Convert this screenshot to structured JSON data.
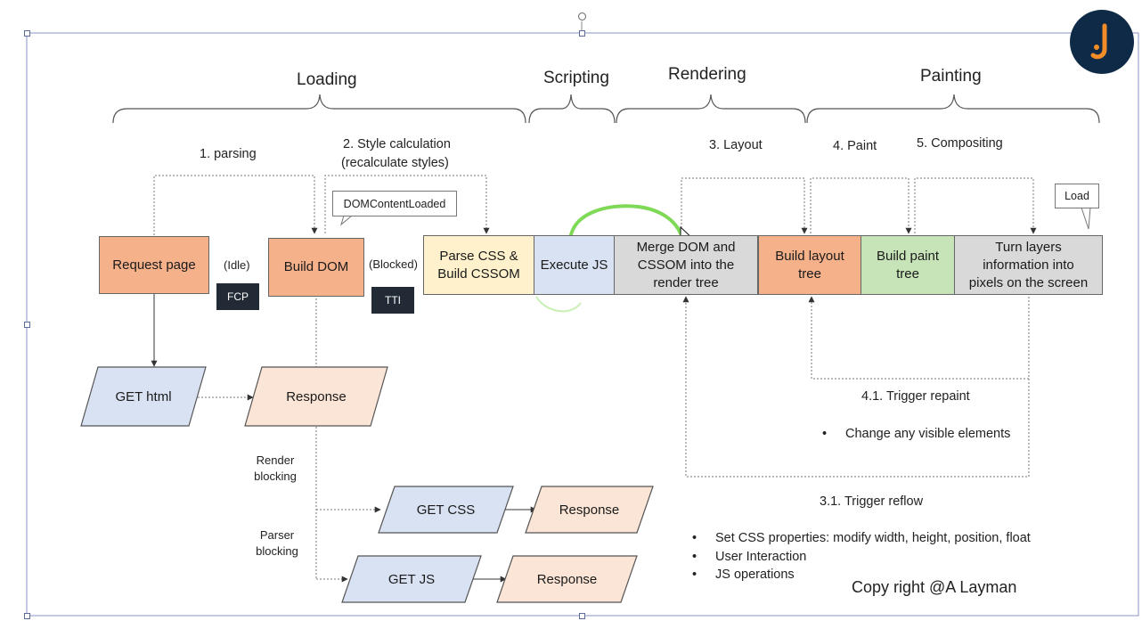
{
  "phases": [
    "Loading",
    "Scripting",
    "Rendering",
    "Painting"
  ],
  "steps": {
    "parsing": "1. parsing",
    "style_calc_1": "2. Style calculation",
    "style_calc_2": "(recalculate styles)",
    "layout": "3. Layout",
    "paint": "4. Paint",
    "compositing": "5. Compositing"
  },
  "callouts": {
    "dom_content_loaded": "DOMContentLoaded",
    "load": "Load"
  },
  "boxes": {
    "request_page": "Request page",
    "build_dom": "Build DOM",
    "parse_css_1": "Parse CSS &",
    "parse_css_2": "Build CSSOM",
    "execute_js": "Execute JS",
    "merge_1": "Merge DOM and",
    "merge_2": "CSSOM into the",
    "merge_3": "render tree",
    "layout_tree_1": "Build layout",
    "layout_tree_2": "tree",
    "paint_tree_1": "Build paint",
    "paint_tree_2": "tree",
    "turn_layers_1": "Turn layers",
    "turn_layers_2": "information into",
    "turn_layers_3": "pixels on the screen"
  },
  "status": {
    "idle": "(Idle)",
    "blocked": "(Blocked)"
  },
  "tags": {
    "fcp": "FCP",
    "tti": "TTI"
  },
  "requests": {
    "get_html": "GET html",
    "response_html": "Response",
    "get_css": "GET CSS",
    "response_css": "Response",
    "get_js": "GET JS",
    "response_js": "Response"
  },
  "blocking": {
    "render_1": "Render",
    "render_2": "blocking",
    "parser_1": "Parser",
    "parser_2": "blocking"
  },
  "repaint": {
    "title": "4.1. Trigger repaint",
    "bullets": [
      "Change any visible elements"
    ]
  },
  "reflow": {
    "title": "3.1. Trigger reflow",
    "bullets": [
      "Set CSS properties: modify width, height, position, float",
      "User Interaction",
      "JS operations"
    ]
  },
  "copyright": "Copy right @A Layman",
  "colors": {
    "orange": "#f4b18a",
    "cream": "#fff1cc",
    "blue": "#d9e2f3",
    "gray": "#d9d9d9",
    "green": "#c7e4b8",
    "logo_bg": "#0e2a47",
    "logo_mark": "#f28c28",
    "highlight_stroke": "#7ed957"
  },
  "icons": {
    "logo": "brand-logo-icon",
    "cursor": "mouse-cursor-icon"
  }
}
